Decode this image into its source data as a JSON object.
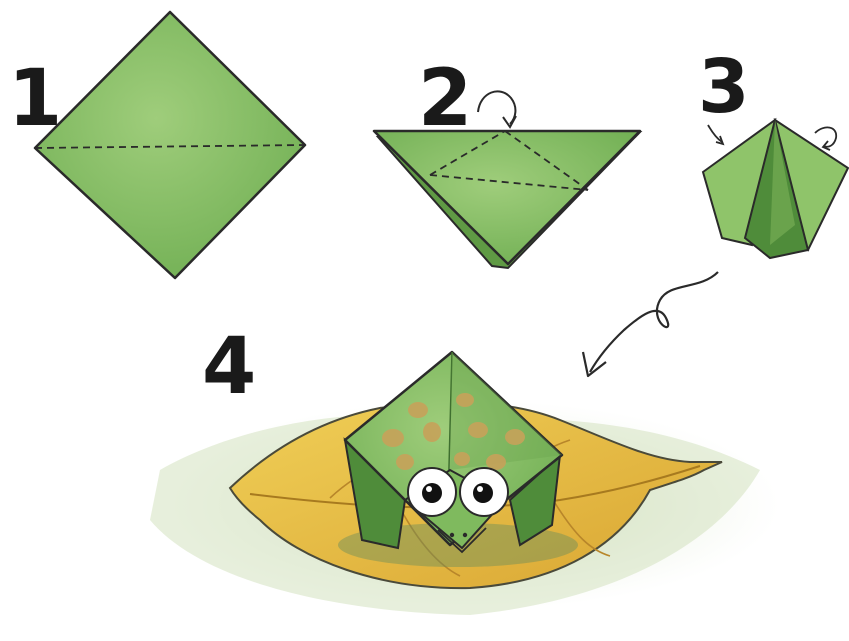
{
  "steps": [
    {
      "number": "1"
    },
    {
      "number": "2"
    },
    {
      "number": "3"
    },
    {
      "number": "4"
    }
  ],
  "colors": {
    "paper_green": "#86bf63",
    "paper_green_dark": "#5f9a44",
    "paper_green_light": "#a3d07d",
    "leaf_yellow": "#e9c34a",
    "leaf_orange": "#d99e2c",
    "spots": "#c7a25a",
    "ground_wash": "#c9d9b6",
    "ink": "#1a1a1a"
  },
  "icons": [
    "curved-fold-arrow-icon",
    "flow-arrow-icon"
  ]
}
